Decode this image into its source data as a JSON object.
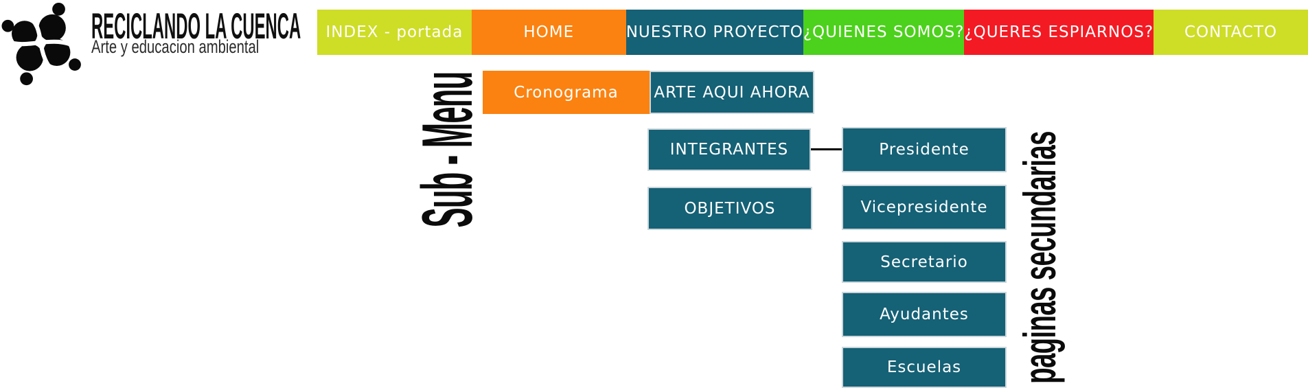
{
  "logo": {
    "icon": "recycling-people-icon",
    "title": "RECICLANDO LA CUENCA",
    "subtitle": "Arte y educacion ambiental"
  },
  "colors": {
    "lime": "#cedd26",
    "orange": "#fb8210",
    "teal": "#156176",
    "green": "#4cd11c",
    "red": "#f41a23",
    "text_on_block": "#ffffff",
    "label_black": "#0b0b0b"
  },
  "nav": {
    "items": [
      {
        "label": "INDEX - portada",
        "color": "#cedd26"
      },
      {
        "label": "HOME",
        "color": "#fb8210"
      },
      {
        "label": "NUESTRO PROYECTO",
        "color": "#156176"
      },
      {
        "label": "¿QUIENES SOMOS?",
        "color": "#4cd11c"
      },
      {
        "label": "¿QUERES ESPIARNOS?",
        "color": "#f41a23"
      },
      {
        "label": "CONTACTO",
        "color": "#cedd26"
      }
    ]
  },
  "side_labels": {
    "sub_menu": "Sub - Menu",
    "secondary_pages": "paginas secundarias"
  },
  "submenu": {
    "items": [
      {
        "label": "Cronograma",
        "color": "#fb8210"
      },
      {
        "label": "ARTE AQUI AHORA",
        "color": "#156176"
      },
      {
        "label": "INTEGRANTES",
        "color": "#156176"
      },
      {
        "label": "OBJETIVOS",
        "color": "#156176"
      }
    ]
  },
  "secondary_pages": {
    "color": "#156176",
    "items": [
      {
        "label": "Presidente"
      },
      {
        "label": "Vicepresidente"
      },
      {
        "label": "Secretario"
      },
      {
        "label": "Ayudantes"
      },
      {
        "label": "Escuelas"
      }
    ]
  }
}
